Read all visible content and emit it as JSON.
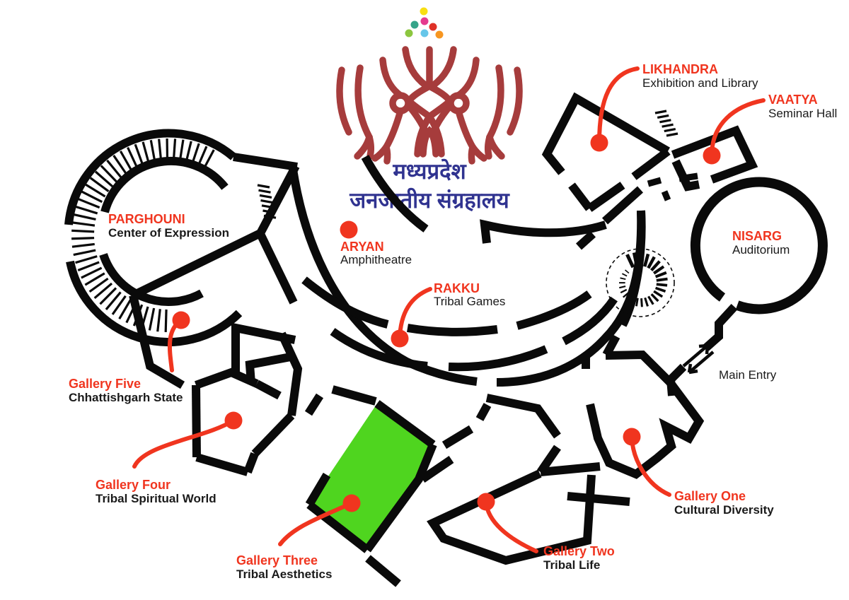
{
  "title": {
    "line1": "मध्यप्रदेश",
    "line2": "जनजातीय संग्रहालय"
  },
  "entry": {
    "label": "Main Entry",
    "icon": "double-arrow"
  },
  "locations": [
    {
      "name": "LIKHANDRA",
      "desc": "Exhibition and Library"
    },
    {
      "name": "VAATYA",
      "desc": "Seminar Hall"
    },
    {
      "name": "NISARG",
      "desc": "Auditorium"
    },
    {
      "name": "PARGHOUNI",
      "desc": "Center of Expression"
    },
    {
      "name": "ARYAN",
      "desc": "Amphitheatre"
    },
    {
      "name": "RAKKU",
      "desc": "Tribal Games"
    },
    {
      "name": "Gallery One",
      "desc": "Cultural Diversity"
    },
    {
      "name": "Gallery Two",
      "desc": "Tribal Life"
    },
    {
      "name": "Gallery Three",
      "desc": "Tribal Aesthetics"
    },
    {
      "name": "Gallery Four",
      "desc": "Tribal Spiritual World"
    },
    {
      "name": "Gallery Five",
      "desc": "Chhattishgarh State"
    }
  ],
  "colors": {
    "label_red": "#f0351f",
    "wall_black": "#0a0a0a",
    "highlight_green": "#4fd51f",
    "logo_maroon": "#a63c3c",
    "title_blue": "#303390",
    "text_black": "#1a1a1a",
    "logo_dots": [
      "#f8de12",
      "#e53a8e",
      "#35a489",
      "#df3127",
      "#8cc63f",
      "#66c6e9",
      "#f79621"
    ]
  }
}
